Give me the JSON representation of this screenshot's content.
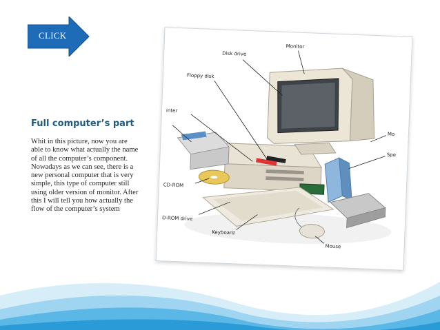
{
  "click_button": {
    "label": "CLICK"
  },
  "title": "Full computer’s part",
  "body_text": "Whit in this picture, now you are able to know what actually the name of all the computer’s component. Nowadays as we can see, there is a new personal computer that is very simple, this type of computer still using older version of monitor. After this I will tell you how actually the flow of the computer’s system",
  "diagram_labels": {
    "monitor": "Monitor",
    "disk_drive": "Disk drive",
    "floppy_disk": "Floppy disk",
    "printer": "inter",
    "cd_rom": "CD-ROM",
    "cd_rom_drive": "D-ROM drive",
    "keyboard": "Keyboard",
    "mouse": "Mouse",
    "modem": "Mo",
    "speaker": "Spe"
  },
  "colors": {
    "accent_blue": "#1e6bb8",
    "title_color": "#1f5a7d",
    "wave_light": "#bfe3f5",
    "wave_mid": "#6cc0ea",
    "wave_dark": "#2a9bd6"
  }
}
